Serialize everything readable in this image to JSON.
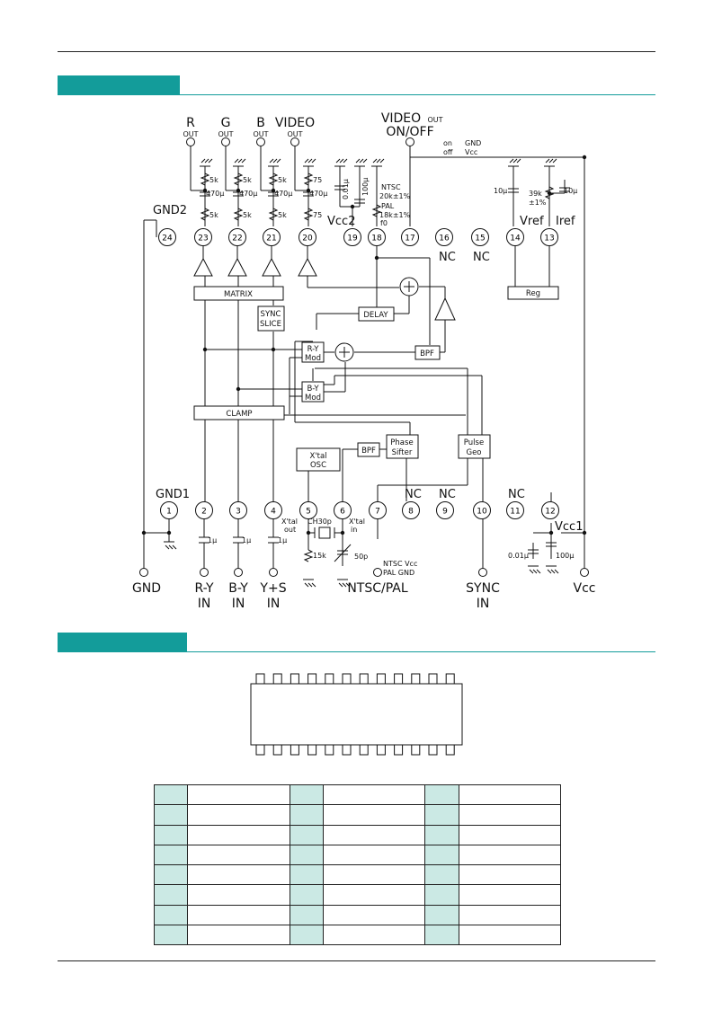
{
  "sections": [
    {
      "id": "block-diagram",
      "title": ""
    },
    {
      "id": "pin-assignment",
      "title": ""
    }
  ],
  "block_diagram": {
    "top_pins": [
      {
        "num": "24",
        "label": "GND2"
      },
      {
        "num": "23",
        "label": ""
      },
      {
        "num": "22",
        "label": ""
      },
      {
        "num": "21",
        "label": ""
      },
      {
        "num": "20",
        "label": ""
      },
      {
        "num": "19",
        "label": "Vcc2"
      },
      {
        "num": "18",
        "label": ""
      },
      {
        "num": "17",
        "label": ""
      },
      {
        "num": "16",
        "label": "NC"
      },
      {
        "num": "15",
        "label": "NC"
      },
      {
        "num": "14",
        "label": "Vref"
      },
      {
        "num": "13",
        "label": "Iref"
      }
    ],
    "bottom_pins": [
      {
        "num": "1",
        "label": "GND1"
      },
      {
        "num": "2",
        "label": ""
      },
      {
        "num": "3",
        "label": ""
      },
      {
        "num": "4",
        "label": ""
      },
      {
        "num": "5",
        "label": ""
      },
      {
        "num": "6",
        "label": ""
      },
      {
        "num": "7",
        "label": ""
      },
      {
        "num": "8",
        "label": "NC"
      },
      {
        "num": "9",
        "label": "NC"
      },
      {
        "num": "10",
        "label": ""
      },
      {
        "num": "11",
        "label": "NC"
      },
      {
        "num": "12",
        "label": "Vcc1"
      }
    ],
    "terminals_top": [
      {
        "big": "R",
        "small": "OUT"
      },
      {
        "big": "G",
        "small": "OUT"
      },
      {
        "big": "B",
        "small": "OUT"
      },
      {
        "big": "VIDEO",
        "small": "OUT"
      }
    ],
    "video_onoff": {
      "line1": "VIDEO",
      "sub": "OUT",
      "line2": "ON/OFF"
    },
    "on_off_note": {
      "on": "on",
      "off": "off",
      "gnd": "GND",
      "vcc": "Vcc"
    },
    "terminals_bottom": [
      {
        "line1": "GND",
        "line2": ""
      },
      {
        "line1": "R-Y",
        "line2": "IN"
      },
      {
        "line1": "B-Y",
        "line2": "IN"
      },
      {
        "line1": "Y+S",
        "line2": "IN"
      },
      {
        "line1": "NTSC/PAL",
        "line2": ""
      },
      {
        "line1": "SYNC",
        "line2": "IN"
      },
      {
        "line1": "Vcc",
        "line2": ""
      }
    ],
    "blocks": {
      "matrix": "MATRIX",
      "sync_slice_1": "SYNC",
      "sync_slice_2": "SLICE",
      "delay": "DELAY",
      "ry_mod_1": "R-Y",
      "ry_mod_2": "Mod",
      "by_mod_1": "B-Y",
      "by_mod_2": "Mod",
      "bpf_upper": "BPF",
      "clamp": "CLAMP",
      "xtal_osc_1": "X'tal",
      "xtal_osc_2": "OSC",
      "bpf_lower": "BPF",
      "phase_sifter_1": "Phase",
      "phase_sifter_2": "Sifter",
      "pulse_geo_1": "Pulse",
      "pulse_geo_2": "Geo",
      "reg": "Reg"
    },
    "components": {
      "r_5k": "5k",
      "c_470u": "470μ",
      "r_75": "75",
      "c_001u": "0.01μ",
      "c_100u": "100μ",
      "ntsc_res_1": "NTSC",
      "ntsc_res_2": "20k±1%",
      "pal_res_1": "PAL",
      "pal_res_2": "18k±1%",
      "f0": "f0",
      "c_10u": "10μ",
      "r_39k": "39k",
      "r_39k_tol": "±1%",
      "c_1u": "1μ",
      "xtal_out_1": "X'tal",
      "xtal_out_2": "out",
      "xtal_in_1": "X'tal",
      "xtal_in_2": "in",
      "ch30p": "CH30p",
      "r_15k": "15k",
      "c_50p": "50p",
      "ntsc_note": "NTSC Vcc",
      "pal_note": "PAL  GND"
    }
  },
  "pin_table": {
    "rows": [
      [
        "",
        "",
        "",
        "",
        "",
        ""
      ],
      [
        "",
        "",
        "",
        "",
        "",
        ""
      ],
      [
        "",
        "",
        "",
        "",
        "",
        ""
      ],
      [
        "",
        "",
        "",
        "",
        "",
        ""
      ],
      [
        "",
        "",
        "",
        "",
        "",
        ""
      ],
      [
        "",
        "",
        "",
        "",
        "",
        ""
      ],
      [
        "",
        "",
        "",
        "",
        "",
        ""
      ],
      [
        "",
        "",
        "",
        "",
        "",
        ""
      ]
    ]
  },
  "colors": {
    "accent": "#139c9a",
    "table_header": "#cbe9e4"
  }
}
